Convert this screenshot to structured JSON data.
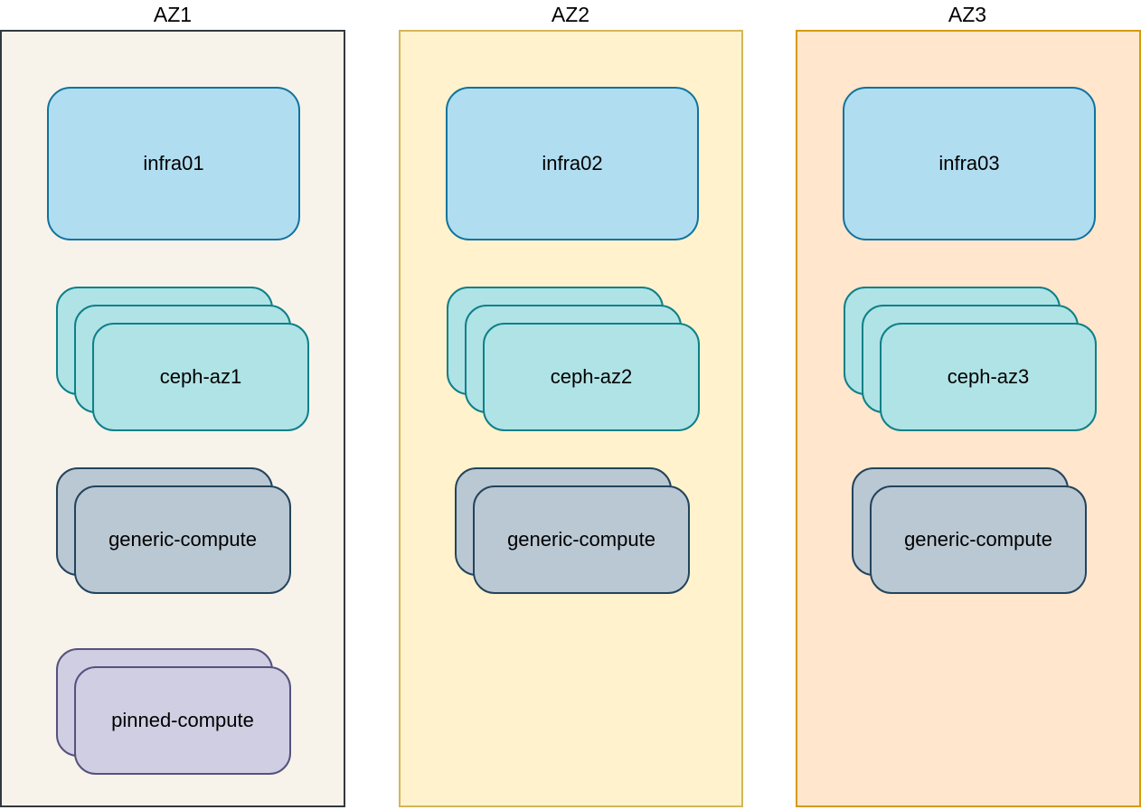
{
  "zones": [
    {
      "id": "az1",
      "title": "AZ1",
      "infra": {
        "label": "infra01"
      },
      "stacks": [
        {
          "label": "ceph-az1",
          "kind": "ceph",
          "count": 3
        },
        {
          "label": "generic-compute",
          "kind": "generic",
          "count": 2
        },
        {
          "label": "pinned-compute",
          "kind": "pinned",
          "count": 2
        }
      ],
      "colors": {
        "background": "#F7F3EA",
        "border": "#32383E"
      }
    },
    {
      "id": "az2",
      "title": "AZ2",
      "infra": {
        "label": "infra02"
      },
      "stacks": [
        {
          "label": "ceph-az2",
          "kind": "ceph",
          "count": 3
        },
        {
          "label": "generic-compute",
          "kind": "generic",
          "count": 2
        }
      ],
      "colors": {
        "background": "#FFF2CC",
        "border": "#D6B656"
      }
    },
    {
      "id": "az3",
      "title": "AZ3",
      "infra": {
        "label": "infra03"
      },
      "stacks": [
        {
          "label": "ceph-az3",
          "kind": "ceph",
          "count": 3
        },
        {
          "label": "generic-compute",
          "kind": "generic",
          "count": 2
        }
      ],
      "colors": {
        "background": "#FFE6CC",
        "border": "#D79B00"
      }
    }
  ],
  "node_colors": {
    "infra": {
      "fill": "#B1DDF0",
      "stroke": "#10739E"
    },
    "ceph": {
      "fill": "#B0E3E6",
      "stroke": "#0E8088"
    },
    "generic": {
      "fill": "#BAC8D3",
      "stroke": "#23445D"
    },
    "pinned": {
      "fill": "#D0CEE2",
      "stroke": "#56517E"
    }
  }
}
